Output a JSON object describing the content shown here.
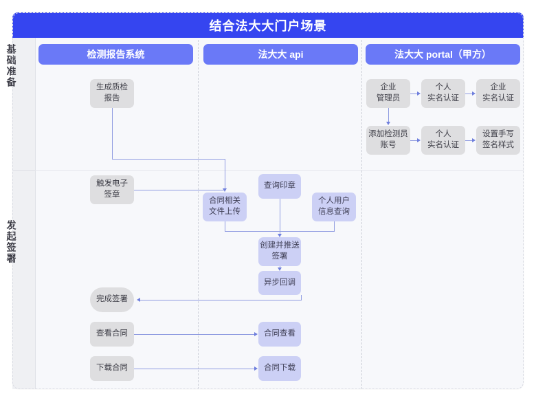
{
  "header": {
    "title": "结合法大大门户场景"
  },
  "lanes": [
    {
      "label": "基础准备"
    },
    {
      "label": "发起签署"
    }
  ],
  "columns": [
    {
      "label": "检测报告系统"
    },
    {
      "label": "法大大 api"
    },
    {
      "label": "法大大 portal（甲方）"
    }
  ],
  "colors": {
    "title_bar": "#3545f0",
    "column_header": "#6a79f7",
    "node_gray": "#dedee0",
    "node_purple": "#ccd0f5",
    "connector": "#8e9ae0",
    "canvas": "#f7f8fb",
    "sidebar": "#eff0f3"
  },
  "nodes": {
    "generate_report": "生成质检\n报告",
    "enterprise_admin": "企业\n管理员",
    "personal_auth_1": "个人\n实名认证",
    "enterprise_auth": "企业\n实名认证",
    "add_inspector": "添加检测员\n账号",
    "personal_auth_2": "个人\n实名认证",
    "set_signature_style": "设置手写\n签名样式",
    "trigger_seal": "触发电子\n签章",
    "upload_contract_files": "合同相关\n文件上传",
    "query_seal": "查询印章",
    "query_user_info": "个人用户\n信息查询",
    "create_push_sign": "创建并推送\n签署",
    "async_callback": "异步回调",
    "finish_sign": "完成签署",
    "view_contract": "查看合同",
    "contract_view": "合同查看",
    "download_contract": "下载合同",
    "contract_download": "合同下载"
  }
}
